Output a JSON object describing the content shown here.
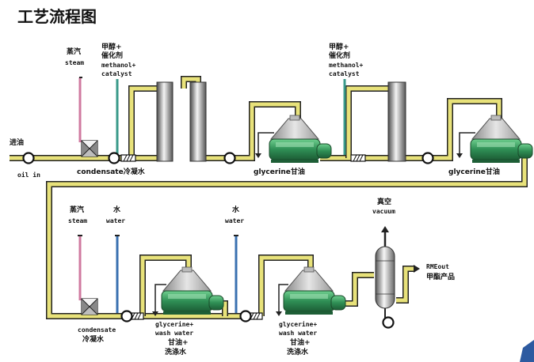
{
  "title": "工艺流程图",
  "labels": {
    "inlet_cn": "进油",
    "inlet_en": "oil in",
    "steam_cn_1": "蒸汽",
    "steam_en_1": "steam",
    "methanol_cn_1": "甲醇+",
    "methanol_cn_2": "催化剂",
    "methanol_en_1": "methanol+",
    "methanol_en_2": "catalyst",
    "condensate_1": "condensate冷凝水",
    "glycerine_1": "glycerine甘油",
    "methanol2_cn_1": "甲醇+",
    "methanol2_cn_2": "催化剂",
    "methanol2_en_1": "methanol+",
    "methanol2_en_2": "catalyst",
    "glycerine_2": "glycerine甘油",
    "steam_cn_2": "蒸汽",
    "steam_en_2": "steam",
    "water_cn_1": "水",
    "water_en_1": "water",
    "condensate_en_2": "condensate",
    "condensate_cn_2": "冷凝水",
    "wash1_en_1": "glycerine+",
    "wash1_en_2": "wash water",
    "wash1_cn_1": "甘油+",
    "wash1_cn_2": "洗涤水",
    "water_cn_2": "水",
    "water_en_2": "water",
    "vacuum_cn": "真空",
    "vacuum_en": "vacuum",
    "wash2_en_1": "glycerine+",
    "wash2_en_2": "wash water",
    "wash2_cn_1": "甘油+",
    "wash2_cn_2": "洗涤水",
    "rme_en": "RMEout",
    "rme_cn": "甲酯产品"
  },
  "colors": {
    "pipe_fill": "#e8e27a",
    "steam_line": "#d07aa0",
    "methanol_line": "#3a9a8a",
    "water_line": "#3a70b0",
    "separator_body": "#2f8f55",
    "separator_top": "#b8b8b8",
    "column_dark": "#666666"
  }
}
